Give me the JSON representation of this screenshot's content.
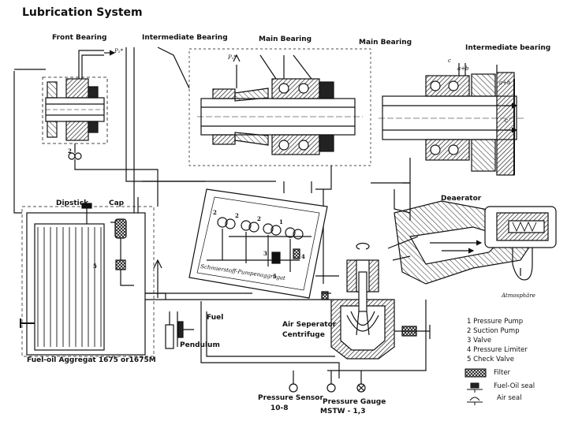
{
  "title": "Lubrication System",
  "labels": {
    "front_bearing": "Front Bearing",
    "intermediate_bearing": "Intermediate Bearing",
    "main_bearing_1": "Main Bearing",
    "main_bearing_2": "Main Bearing",
    "intermediate_bearing_right": "Intermediate bearing",
    "deaerator": "Deaerator",
    "dipstick": "Dipstick",
    "cap": "Cap",
    "fuel": "Fuel",
    "pendulum": "Pendulum",
    "fuel_oil_aggregat": "Fuel-oil Aggregat 1675 or1675M",
    "air_seperator": "Air Seperator",
    "centrifuge": "Centrifuge",
    "pressure_sensor": "Pressure Sensor",
    "pressure_sensor_range": "10-8",
    "pressure_gauge": "Pressure Gauge",
    "pressure_gauge_model": "MSTW - 1,3",
    "pump_aggregat": "Schmierstoff-Pumpenaggregat",
    "atmosphere": "Atmosphäre",
    "p2_mark": "P₂*",
    "px_mark": "Pₓ*",
    "c_left": "c",
    "ab_left": "a+b",
    "ab_right": "a+b",
    "c_right": "c"
  },
  "legend": {
    "items": [
      "1 Pressure Pump",
      "2 Suction Pump",
      "3  Valve",
      "4 Pressure Limiter",
      "5 Check Valve"
    ],
    "symbols": [
      "Filter",
      "Fuel-Oil seal",
      "Air seal"
    ]
  },
  "pump_numbers": [
    "2",
    "2",
    "2",
    "1",
    "3",
    "4",
    "5",
    "2",
    "5"
  ],
  "colors": {
    "ink": "#111111",
    "hatch": "#333333",
    "background": "#ffffff"
  }
}
